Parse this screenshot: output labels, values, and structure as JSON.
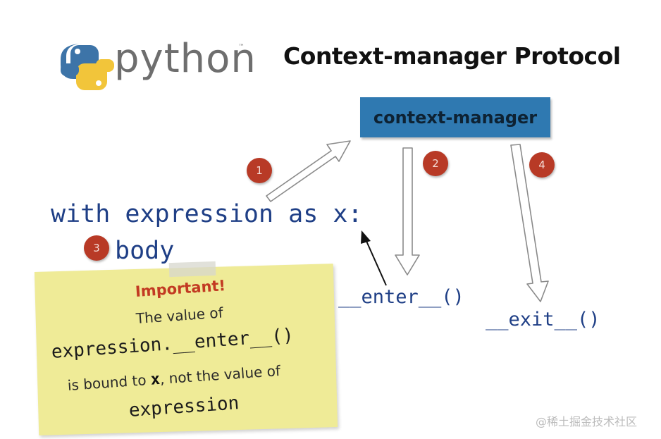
{
  "logo": {
    "wordmark": "python",
    "trademark": "™",
    "icon": "python-logo-icon"
  },
  "title": "Context-manager Protocol",
  "context_manager": {
    "label": "context-manager"
  },
  "code": {
    "line1": "with expression as x:",
    "line2": "body",
    "enter": "__enter__()",
    "exit": "__exit__()"
  },
  "badges": [
    "1",
    "2",
    "3",
    "4"
  ],
  "note": {
    "heading": "Important!",
    "line1": "The value of",
    "line2": "expression.__enter__()",
    "line3_prefix": "is bound to ",
    "line3_var": "x",
    "line3_suffix": ", not the value of",
    "line4": "expression"
  },
  "watermark": "@稀土掘金技术社区",
  "colors": {
    "box": "#2f79b1",
    "code": "#1f3f86",
    "badge": "#b83a26",
    "note": "#efeb97",
    "important": "#c23a22"
  }
}
